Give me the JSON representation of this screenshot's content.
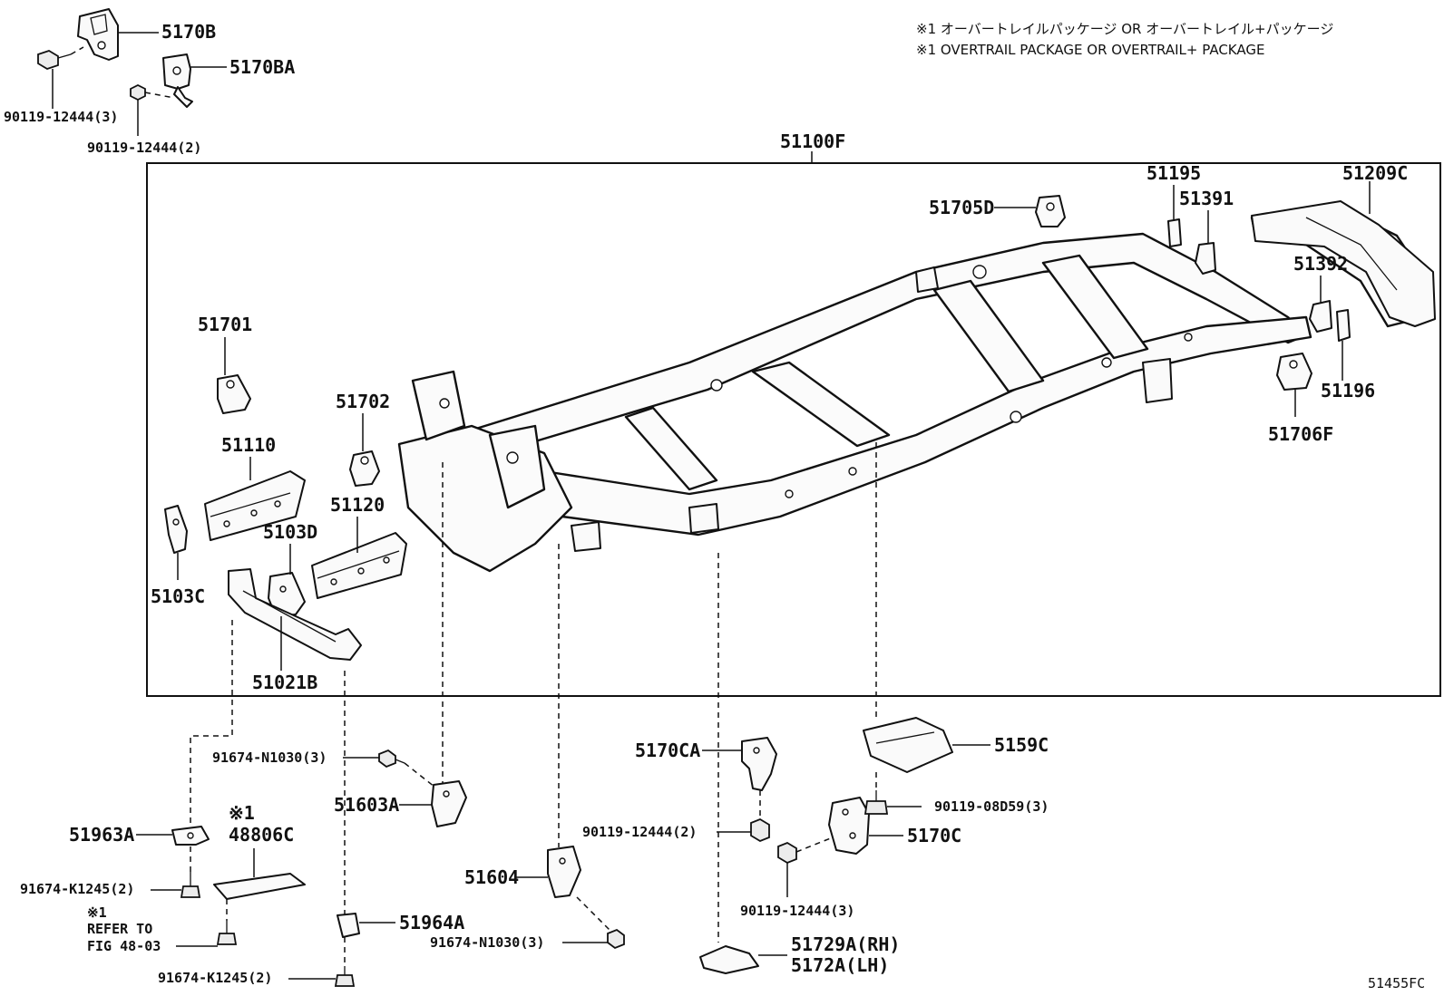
{
  "notes": {
    "line1": "※1 オーバートレイルパッケージ OR オーバートレイル+パッケージ",
    "line2": "※1 OVERTRAIL PACKAGE OR OVERTRAIL+ PACKAGE"
  },
  "figure_code": "51455FC",
  "parts": {
    "frame_assembly": "51100F",
    "p5170B": "5170B",
    "p5170BA": "5170BA",
    "bolt_top_3": "90119-12444(3)",
    "bolt_top_2": "90119-12444(2)",
    "p51701": "51701",
    "p51702": "51702",
    "p51110": "51110",
    "p51120": "51120",
    "p5103D": "5103D",
    "p5103C": "5103C",
    "p51021B": "51021B",
    "p51705D": "51705D",
    "p51195": "51195",
    "p51391": "51391",
    "p51209C": "51209C",
    "p51392": "51392",
    "p51196": "51196",
    "p51706F": "51706F",
    "bolt_n1030_a": "91674-N1030(3)",
    "p51603A": "51603A",
    "p51963A": "51963A",
    "note_mark": "※1",
    "p48806C": "48806C",
    "bolt_k1245_a": "91674-K1245(2)",
    "refer_mark": "※1",
    "refer_line1": "REFER TO",
    "refer_line2": "FIG 48-03",
    "bolt_k1245_b": "91674-K1245(2)",
    "p51964A": "51964A",
    "p51604": "51604",
    "bolt_n1030_b": "91674-N1030(3)",
    "p5170CA": "5170CA",
    "bolt_mid_2": "90119-12444(2)",
    "bolt_mid_3": "90119-12444(3)",
    "p5170C": "5170C",
    "p5159C": "5159C",
    "bolt_08d59": "90119-08D59(3)",
    "p51729A": "51729A(RH)",
    "p5172A": "5172A(LH)"
  }
}
